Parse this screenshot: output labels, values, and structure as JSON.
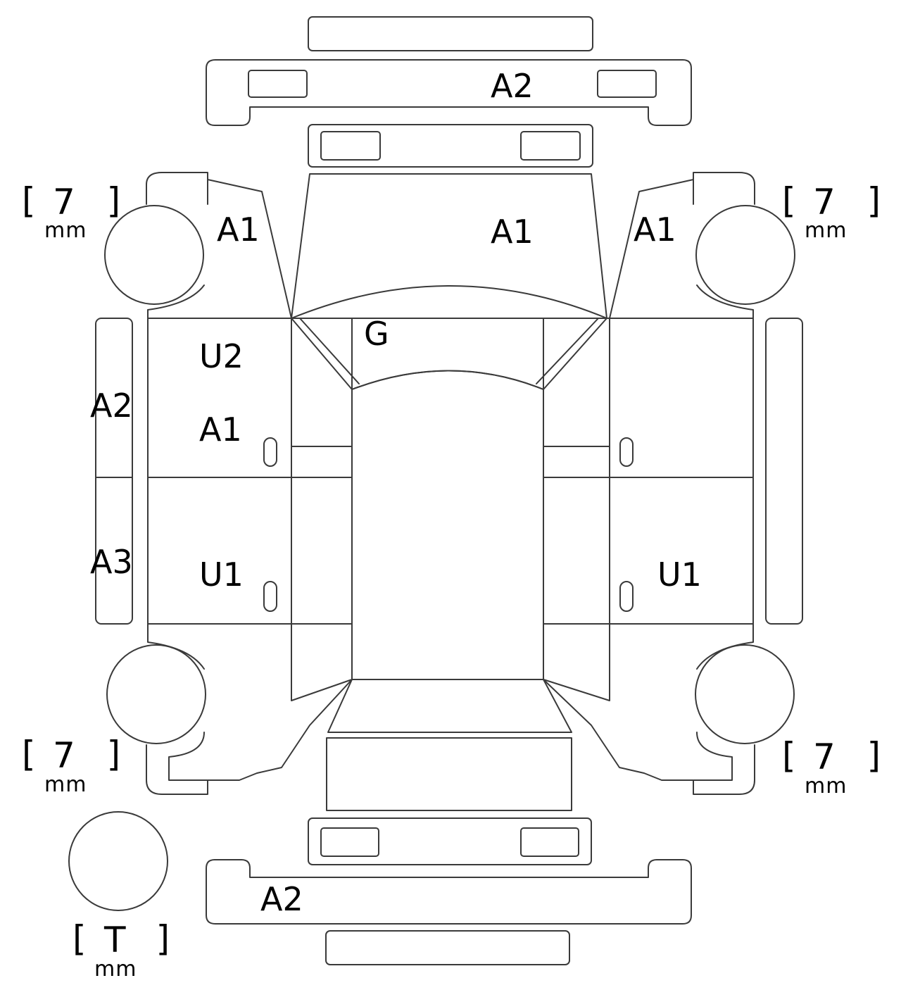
{
  "damage_codes": {
    "front_bumper": "A2",
    "hood": "A1",
    "front_left_fender": "A1",
    "front_right_fender": "A1",
    "windshield": "G",
    "front_left_door_upper": "U2",
    "front_left_door_lower": "A1",
    "left_front_rocker": "A2",
    "left_rear_rocker": "A3",
    "rear_left_door": "U1",
    "rear_right_door": "U1",
    "rear_bumper": "A2"
  },
  "tread_depth": {
    "front_left": "7",
    "front_right": "7",
    "rear_left": "7",
    "rear_right": "7",
    "spare": "T",
    "unit": "mm",
    "bracket_open": "[",
    "bracket_close": "]"
  },
  "colors": {
    "outline": "#3a3a3a",
    "text": "#000000",
    "background": "#ffffff"
  }
}
